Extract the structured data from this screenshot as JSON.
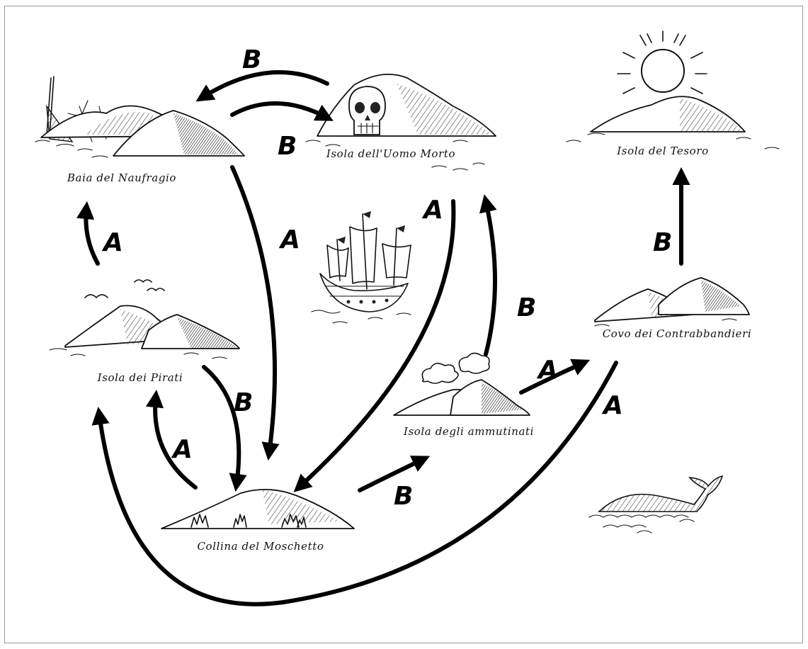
{
  "islands": {
    "baia_naufragio": "Baia del Naufragio",
    "uomo_morto": "Isola dell'Uomo Morto",
    "tesoro": "Isola del Tesoro",
    "pirati": "Isola dei Pirati",
    "contrabbandieri": "Covo dei Contrabbandieri",
    "ammutinati": "Isola degli ammutinati",
    "moschetto": "Collina del Moschetto"
  },
  "edges": {
    "naufragio_from_uomo": "B",
    "naufragio_to_uomo": "B",
    "naufragio_to_moschetto": "A",
    "pirati_to_naufragio": "A",
    "pirati_to_moschetto": "B",
    "moschetto_to_pirati": "A",
    "uomo_to_moschetto": "A",
    "ammutinati_to_uomo": "B",
    "ammutinati_to_contrabbandieri": "A",
    "moschetto_to_ammutinati": "B",
    "contrabbandieri_to_pirati": "A",
    "contrabbandieri_to_tesoro": "B"
  }
}
